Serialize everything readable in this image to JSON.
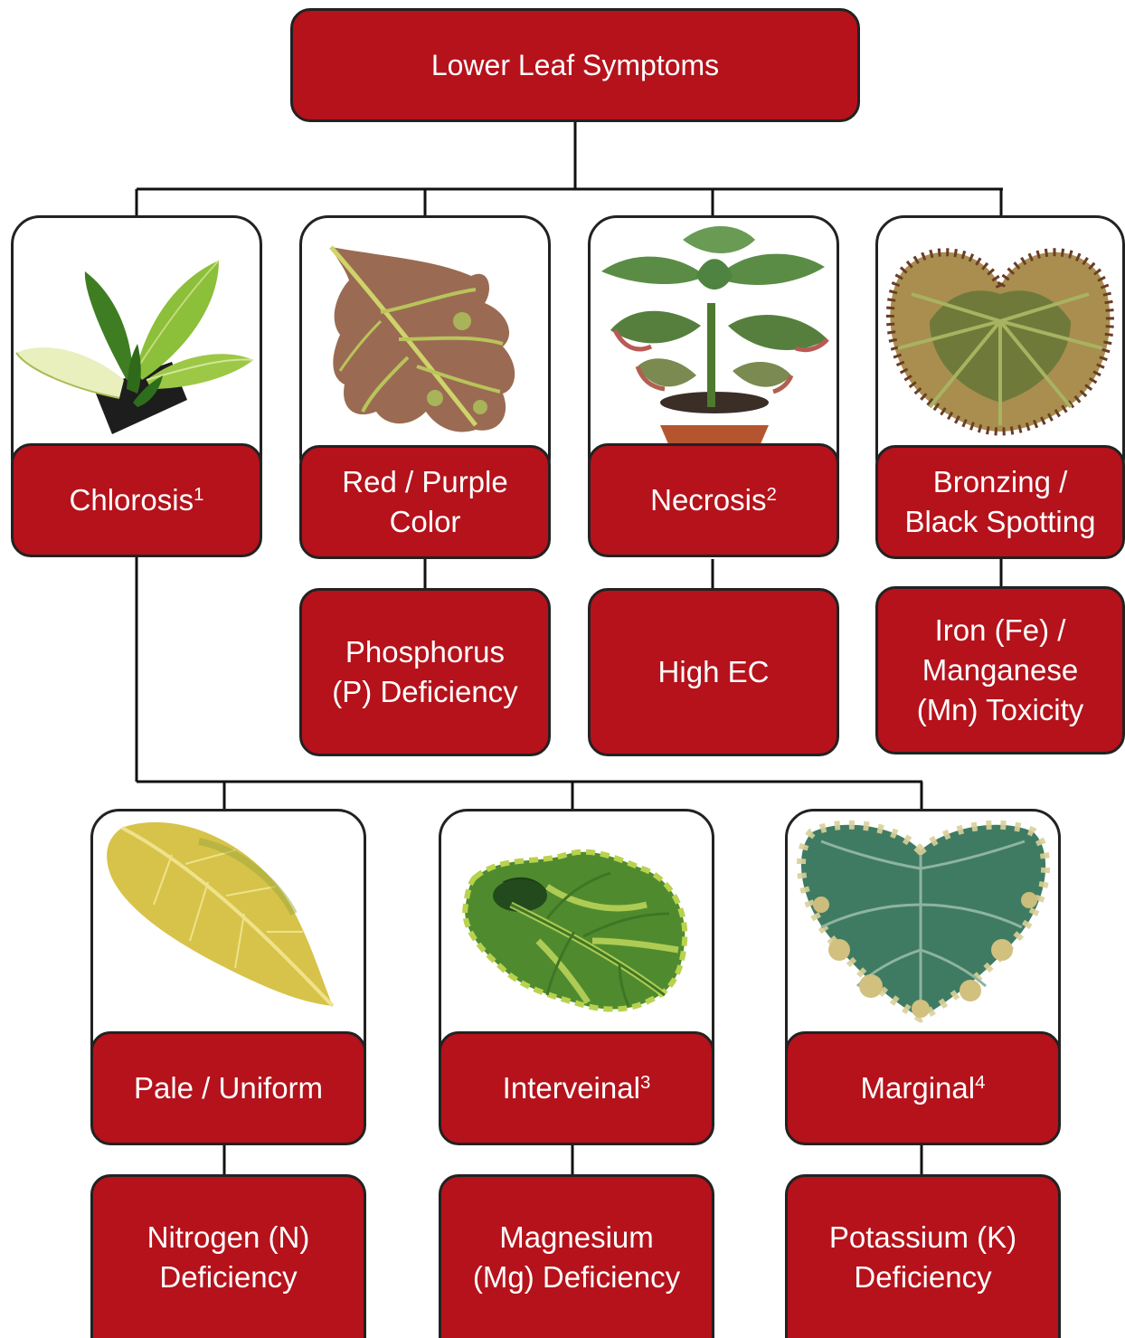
{
  "root": {
    "label": "Lower Leaf Symptoms"
  },
  "branches": [
    {
      "symptom": "Chlorosis",
      "sup": "1",
      "illustration": "leaf-plant-chlorosis-photo"
    },
    {
      "symptom": "Red / Purple\nColor",
      "sup": "",
      "illustration": "leaf-purple-photo",
      "diagnosis": "Phosphorus\n(P) Deficiency"
    },
    {
      "symptom": "Necrosis",
      "sup": "2",
      "illustration": "sunflower-necrosis-photo",
      "diagnosis": "High EC"
    },
    {
      "symptom": "Bronzing /\nBlack Spotting",
      "sup": "",
      "illustration": "leaf-bronzing-photo",
      "diagnosis": "Iron (Fe) /\nManganese\n(Mn) Toxicity"
    }
  ],
  "chlorosis_types": [
    {
      "symptom": "Pale / Uniform",
      "sup": "",
      "illustration": "leaf-yellow-photo",
      "diagnosis": "Nitrogen (N)\nDeficiency"
    },
    {
      "symptom": "Interveinal",
      "sup": "3",
      "illustration": "leaf-interveinal-photo",
      "diagnosis": "Magnesium\n(Mg) Deficiency"
    },
    {
      "symptom": "Marginal",
      "sup": "4",
      "illustration": "leaf-marginal-photo",
      "diagnosis": "Potassium (K)\nDeficiency"
    }
  ],
  "colors": {
    "box_fill": "#b5121b",
    "outline": "#222222",
    "text": "#ffffff",
    "connector": "#111111"
  }
}
